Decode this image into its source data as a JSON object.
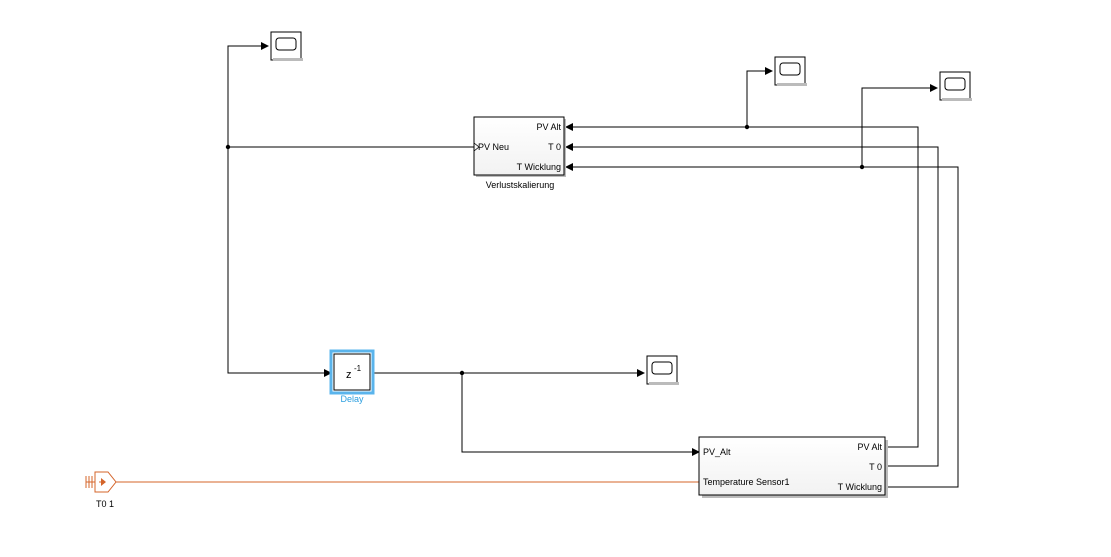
{
  "blocks": {
    "verlustskalierung": {
      "name": "Verlustskalierung",
      "inputs": {
        "pv_neu": "PV Neu"
      },
      "outputs": {
        "pv_alt": "PV Alt",
        "t0": "T 0",
        "t_wicklung": "T Wicklung"
      }
    },
    "delay": {
      "name": "Delay",
      "symbol": "z",
      "exponent": "-1",
      "selected": true
    },
    "temperature_sensor": {
      "inputs": {
        "pv_alt": "PV_Alt",
        "temperature_sensor": "Temperature Sensor1"
      },
      "outputs": {
        "pv_alt": "PV Alt",
        "t0": "T 0",
        "t_wicklung": "T Wicklung"
      }
    },
    "goto_t0": {
      "name": "T0 1"
    }
  },
  "colors": {
    "signal": "#000000",
    "physical_signal": "#d4642a",
    "selection": "#5ab4ec",
    "block_fill": "#ffffff"
  }
}
